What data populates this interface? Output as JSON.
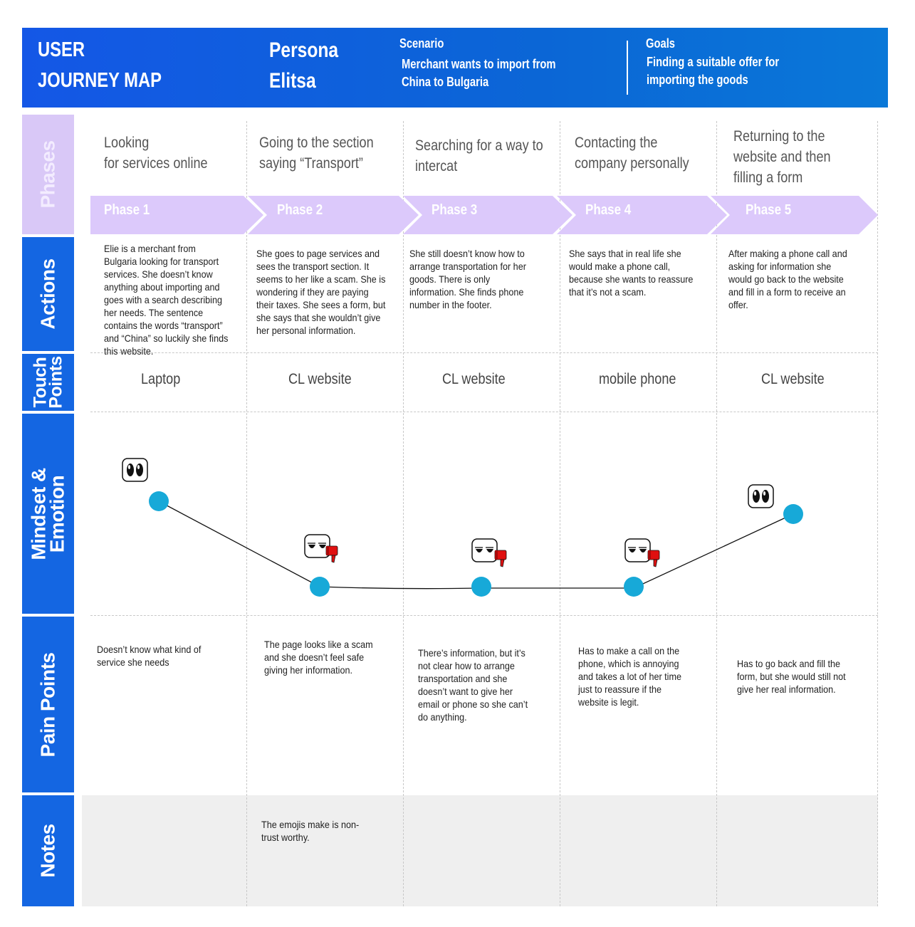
{
  "header": {
    "title_line1": "USER",
    "title_line2": "JOURNEY MAP",
    "persona_line1": "Persona",
    "persona_line2": "Elitsa",
    "scenario_label": "Scenario",
    "scenario_line1": "Merchant wants to import from",
    "scenario_line2": "China to Bulgaria",
    "goals_label": "Goals",
    "goals_line1": "Finding a suitable offer for",
    "goals_line2": "importing the goods"
  },
  "rows": {
    "phases": "Phases",
    "actions": "Actions",
    "touch_line1": "Touch",
    "touch_line2": "Points",
    "mindset_line1": "Mindset &",
    "mindset_line2": "Emotion",
    "pain": "Pain Points",
    "notes": "Notes"
  },
  "phases": [
    {
      "title_lines": [
        "Looking",
        "for services online"
      ],
      "label": "Phase 1",
      "action_lines": [
        "Elie is a merchant from",
        "Bulgaria looking for transport",
        "services. She doesn’t know",
        "anything about importing and",
        "goes with a search describing",
        "her needs. The sentence",
        "contains the words “transport”",
        "and “China” so luckily she finds",
        "this website."
      ],
      "touch_point": "Laptop",
      "emotion": "neutral",
      "pain_lines": [
        "Doesn’t know what kind of",
        "service she needs"
      ],
      "note_lines": []
    },
    {
      "title_lines": [
        "Going to the section",
        "saying “Transport”"
      ],
      "label": "Phase 2",
      "action_lines": [
        "She goes to page services and",
        "sees the transport section. It",
        "seems to her like a scam. She is",
        "wondering if they are paying",
        "their taxes. She sees a form, but",
        "she says that she wouldn’t  give",
        "her personal information."
      ],
      "touch_point": "CL website",
      "emotion": "negative",
      "pain_lines": [
        "The page looks like a scam",
        "and she doesn’t feel safe",
        "giving her information."
      ],
      "note_lines": [
        "The emojis make is non-",
        "trust worthy."
      ]
    },
    {
      "title_lines": [
        "Searching for a way to",
        "intercat"
      ],
      "label": "Phase 3",
      "action_lines": [
        "She still doesn’t know how to",
        "arrange transportation for her",
        "goods. There is only",
        "information. She finds phone",
        "number in the footer."
      ],
      "touch_point": "CL website",
      "emotion": "negative",
      "pain_lines": [
        "There’s information, but it’s",
        "not clear how to arrange",
        "transportation and she",
        "doesn’t want to give her",
        "email or phone so she can’t",
        "do anything."
      ],
      "note_lines": []
    },
    {
      "title_lines": [
        "Contacting the",
        "company personally"
      ],
      "label": "Phase 4",
      "action_lines": [
        "She says that in real life she",
        "would make a phone call,",
        "because she wants to reassure",
        "that it’s not a scam."
      ],
      "touch_point": "mobile phone",
      "emotion": "negative",
      "pain_lines": [
        "Has to make a call on the",
        "phone, which is annoying",
        "and takes a lot of her time",
        "just to reassure if the",
        "website is legit."
      ],
      "note_lines": []
    },
    {
      "title_lines": [
        "Returning to the",
        "website and then",
        "filling a form"
      ],
      "label": "Phase 5",
      "action_lines": [
        "After making a phone call and",
        "asking for information she",
        "would go back to the website",
        "and fill in a form to receive an",
        "offer."
      ],
      "touch_point": "CL website",
      "emotion": "neutral",
      "pain_lines": [
        "Has to go back and fill the",
        "form, but she would still not",
        "give her real information."
      ],
      "note_lines": []
    }
  ],
  "colors": {
    "header_blue": "#1457e6",
    "side_blue": "#1466e2",
    "phase_purple": "#dcc9fb",
    "dot_cyan": "#17a9d8",
    "thumb_red": "#e01010"
  }
}
